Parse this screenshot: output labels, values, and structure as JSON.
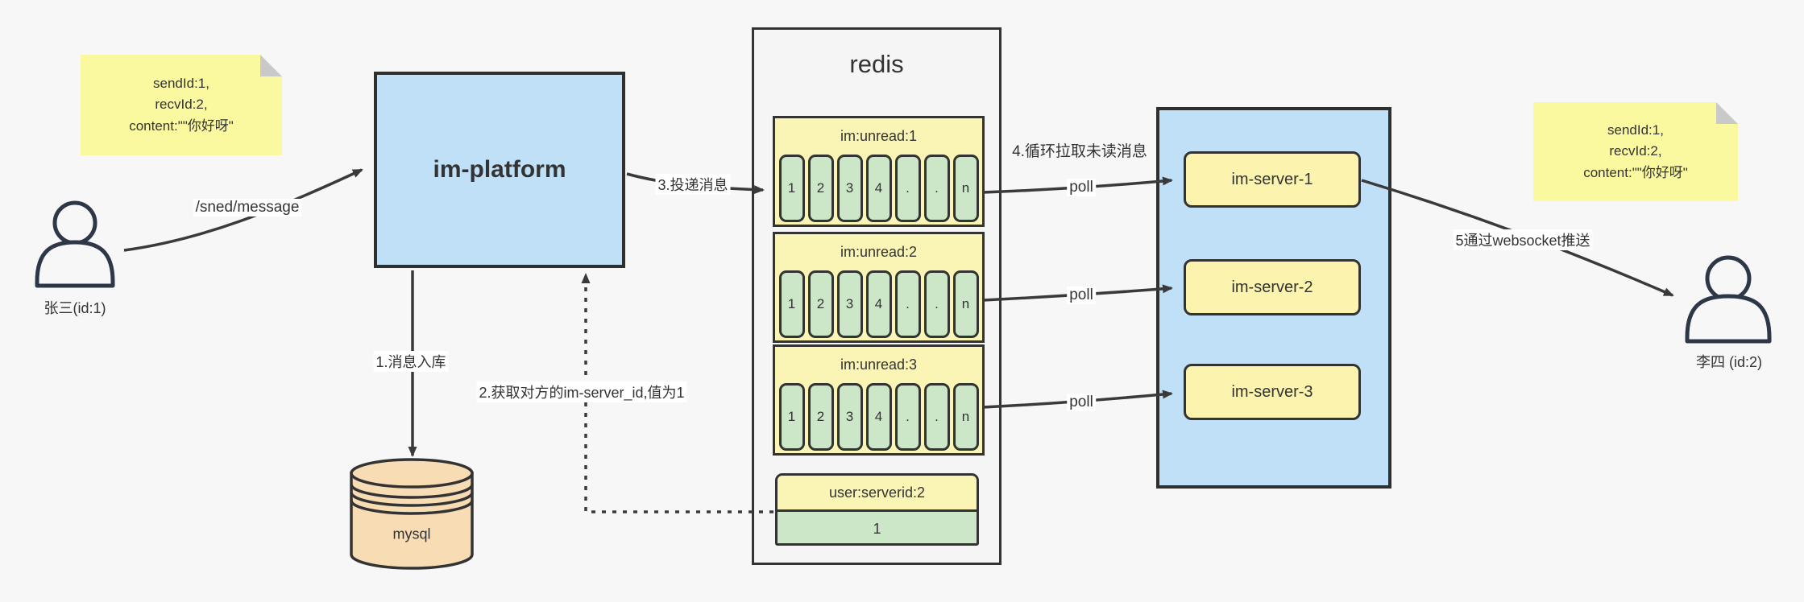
{
  "colors": {
    "background": "#f7f7f7",
    "note_yellow": "#fbf9a0",
    "box_blue": "#bfe0f7",
    "queue_yellow": "#faf5b4",
    "cell_green": "#cbe7c8",
    "server_yellow": "#fbf3ae",
    "db_peach": "#f8dcb4",
    "line": "#3a3a3a",
    "text": "#333333"
  },
  "notes": {
    "left": {
      "lines": [
        "sendId:1,",
        "recvId:2,",
        "content:\"\"你好呀\""
      ]
    },
    "right": {
      "lines": [
        "sendId:1,",
        "recvId:2,",
        "content:\"\"你好呀\""
      ]
    }
  },
  "actors": {
    "sender": {
      "label": "张三(id:1)"
    },
    "receiver": {
      "label": "李四 (id:2)"
    }
  },
  "platform": {
    "label": "im-platform"
  },
  "db": {
    "label": "mysql"
  },
  "redis": {
    "title": "redis",
    "queues": [
      {
        "title": "im:unread:1",
        "cells": [
          "1",
          "2",
          "3",
          "4",
          ".",
          ".",
          "n"
        ]
      },
      {
        "title": "im:unread:2",
        "cells": [
          "1",
          "2",
          "3",
          "4",
          ".",
          ".",
          "n"
        ]
      },
      {
        "title": "im:unread:3",
        "cells": [
          "1",
          "2",
          "3",
          "4",
          ".",
          ".",
          "n"
        ]
      }
    ],
    "kv": {
      "title": "user:serverid:2",
      "value": "1"
    }
  },
  "servers": {
    "items": [
      {
        "label": "im-server-1"
      },
      {
        "label": "im-server-2"
      },
      {
        "label": "im-server-3"
      }
    ]
  },
  "edges": {
    "send": "/sned/message",
    "store": "1.消息入库",
    "lookup": "2.获取对方的im-server_id,值为1",
    "deliver": "3.投递消息",
    "pull": "4.循环拉取未读消息",
    "poll": "poll",
    "push": "5通过websocket推送"
  }
}
